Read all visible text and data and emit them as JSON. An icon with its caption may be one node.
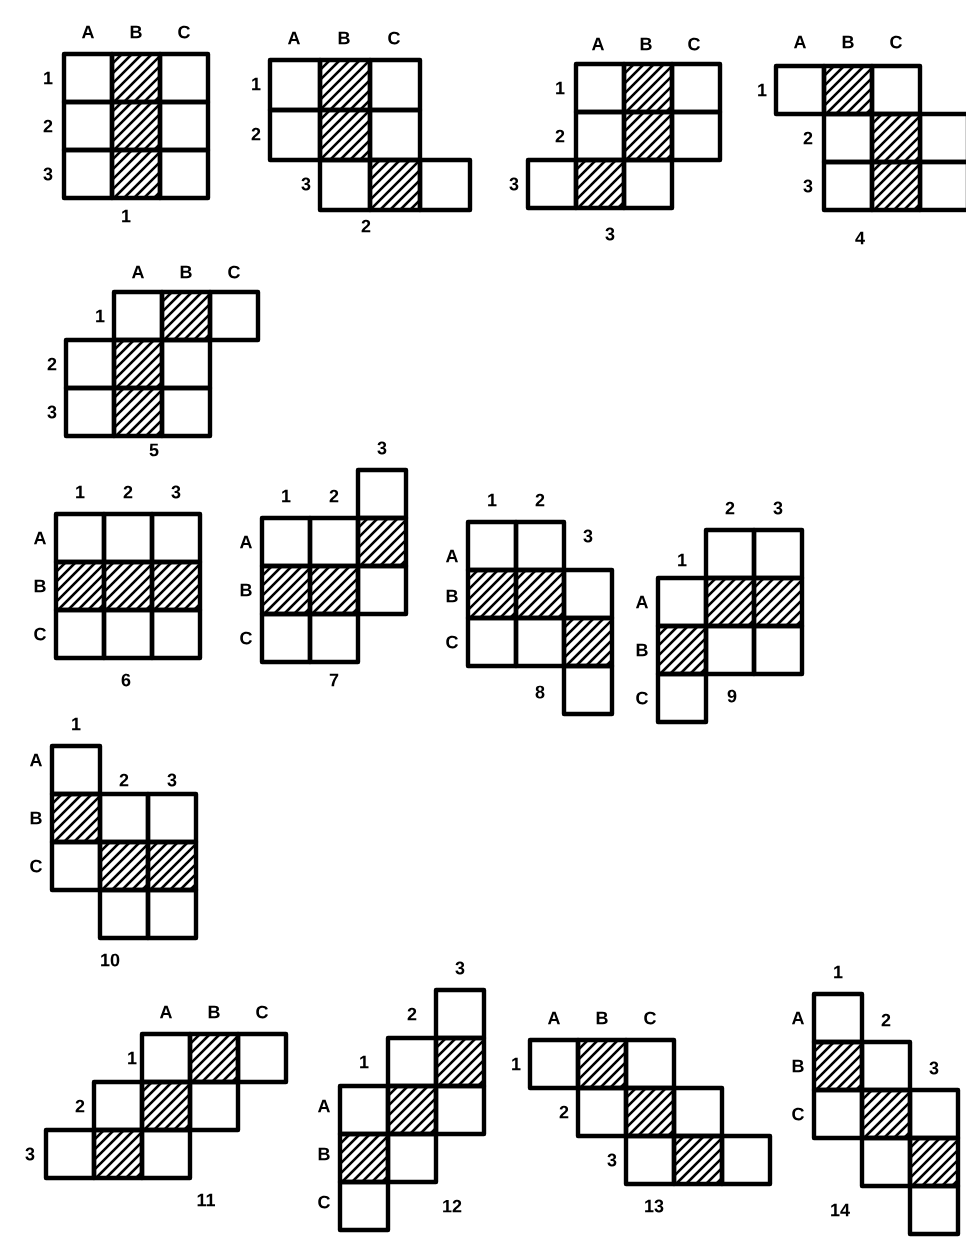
{
  "diagram": {
    "labels": [
      "A",
      "B",
      "C",
      "1",
      "2",
      "3",
      "1",
      "A",
      "B",
      "C",
      "1",
      "2",
      "3",
      "2",
      "A",
      "B",
      "C",
      "1",
      "2",
      "3",
      "3",
      "A",
      "B",
      "C",
      "1",
      "2",
      "3",
      "4",
      "A",
      "B",
      "C",
      "1",
      "2",
      "3",
      "5",
      "1",
      "2",
      "3",
      "A",
      "B",
      "C",
      "6",
      "1",
      "2",
      "3",
      "A",
      "B",
      "C",
      "7",
      "1",
      "2",
      "3",
      "A",
      "B",
      "C",
      "8",
      "1",
      "2",
      "3",
      "A",
      "B",
      "C",
      "9",
      "1",
      "2",
      "3",
      "A",
      "B",
      "C",
      "10",
      "A",
      "B",
      "C",
      "1",
      "2",
      "3",
      "11",
      "1",
      "2",
      "3",
      "A",
      "B",
      "C",
      "12",
      "A",
      "B",
      "C",
      "1",
      "2",
      "3",
      "13",
      "1",
      "2",
      "3",
      "A",
      "B",
      "C",
      "14"
    ]
  }
}
